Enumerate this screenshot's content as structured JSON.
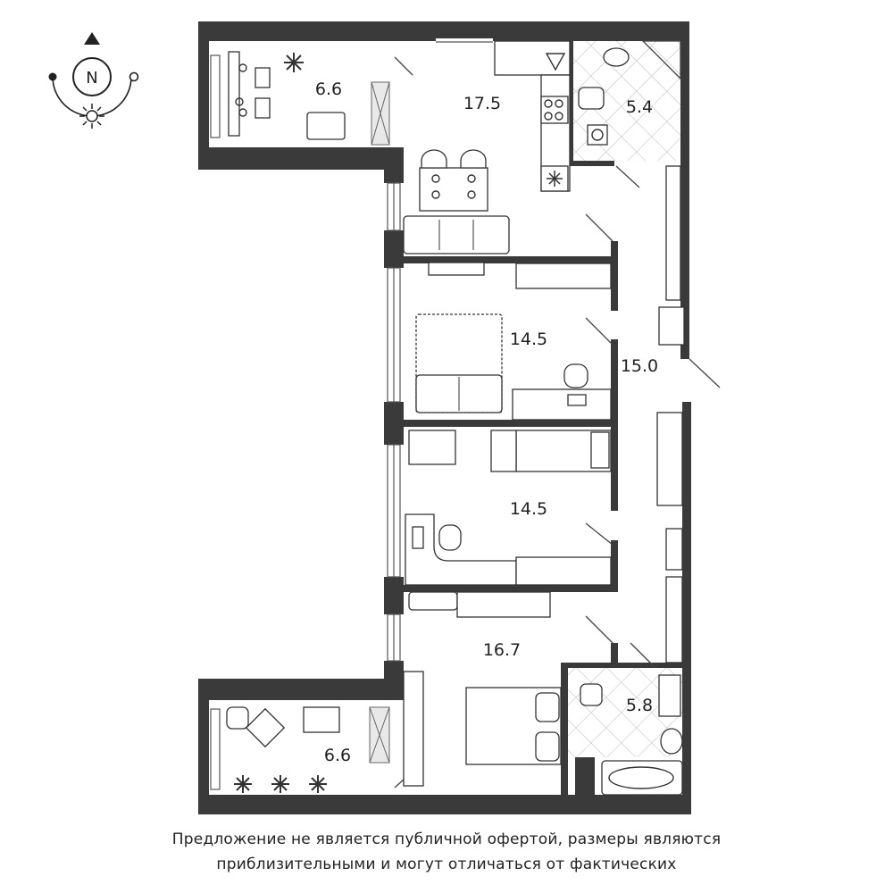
{
  "compass": {
    "letter": "N"
  },
  "rooms": {
    "balcony_north": "6.6",
    "kitchen_living": "17.5",
    "bathroom_north": "5.4",
    "bedroom_1": "14.5",
    "hall": "15.0",
    "bedroom_2": "14.5",
    "bedroom_master": "16.7",
    "bathroom_south": "5.8",
    "balcony_south": "6.6"
  },
  "disclaimer": {
    "line1": "Предложение не является публичной офертой, размеры являются",
    "line2": "приблизительными и могут отличаться от фактических"
  }
}
